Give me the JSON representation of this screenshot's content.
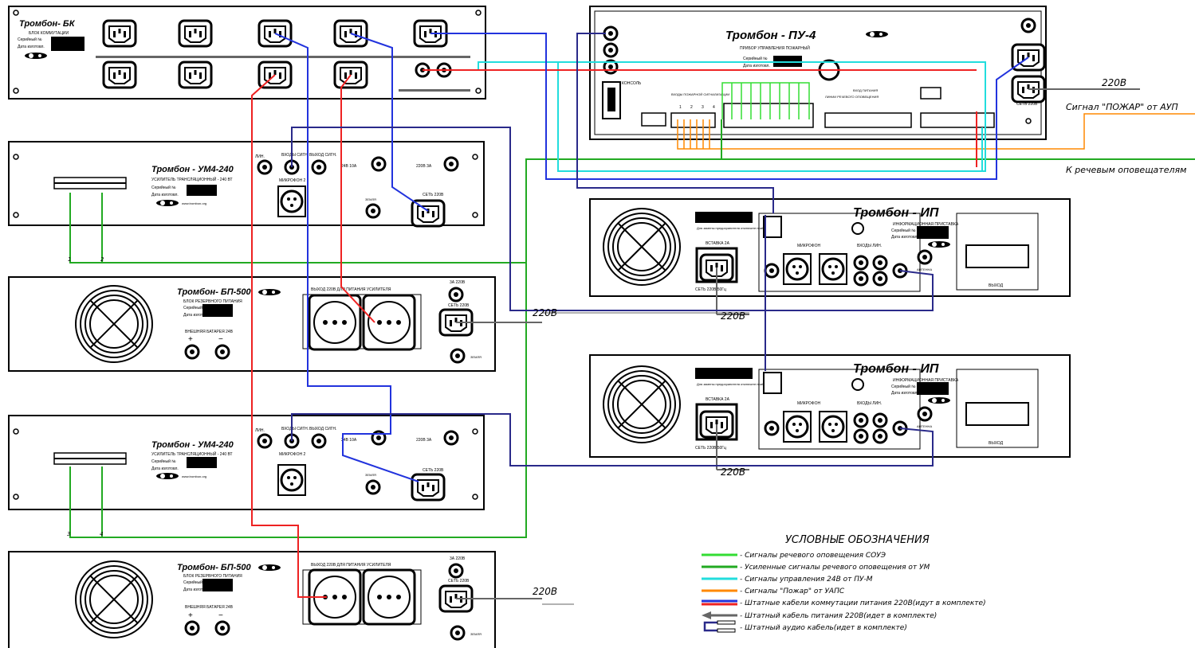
{
  "devices": {
    "bk": {
      "title": "Тромбон- БК",
      "subtitle": "БЛОК КОММУТАЦИИ",
      "serial": "Серийный №",
      "date": "Дата изготовл."
    },
    "pu4": {
      "title": "Тромбон - ПУ-4",
      "subtitle": "ПРИБОР УПРАВЛЕНИЯ ПОЖАРНЫЙ",
      "serial": "Серийный №",
      "date": "Дата изготовл.",
      "net_label": "СЕТЬ 220В",
      "console_label": "КОНСОЛЬ",
      "inputs_label": "ВХОДЫ ПОЖАРНОЙ СИГНАЛИЗАЦИИ",
      "ch": [
        "1",
        "2",
        "3",
        "4"
      ],
      "power_label": "ВХОД ПИТАНИЯ",
      "line_label": "ЛИНИИ РЕЧЕВОГО ОПОВЕЩЕНИЯ"
    },
    "um1": {
      "title": "Тромбон - УМ4-240",
      "subtitle": "УСИЛИТЕЛЬ ТРАНСЛЯЦИОННЫЙ - 240 ВТ",
      "serial": "Серийный №",
      "date": "Дата изготовл.",
      "site": "www.trombon.org",
      "mic": "МИКРОФОН 2",
      "net": "СЕТЬ 220В",
      "ground": "ЗЕМЛЯ",
      "fuse": "220В 3А",
      "fuse24": "24В 10А",
      "in_line": "ЛИН.",
      "in_sign": "ВХОДЫ СИГН.",
      "out_sign": "ВЫХОД СИГН."
    },
    "bp1": {
      "title": "Тромбон- БП-500",
      "subtitle": "БЛОК РЕЗЕРВНОГО ПИТАНИЯ",
      "serial": "Серийный №",
      "date": "Дата изготовл.",
      "battery": "ВНЕШНЯЯ БАТАРЕЯ 24В",
      "out": "ВЫХОД 220В ДЛЯ ПИТАНИЯ УСИЛИТЕЛЯ",
      "net": "СЕТЬ 220В",
      "fuse": "3А 220В",
      "ground": "ЗЕМЛЯ"
    },
    "um2": {
      "title": "Тромбон - УМ4-240",
      "subtitle": "УСИЛИТЕЛЬ ТРАНСЛЯЦИОННЫЙ - 240 ВТ",
      "serial": "Серийный №",
      "date": "Дата изготовл.",
      "site": "www.trombon.org",
      "mic": "МИКРОФОН 2",
      "net": "СЕТЬ 220В",
      "ground": "ЗЕМЛЯ",
      "fuse": "220В 3А",
      "fuse24": "24В 10А",
      "in_line": "ЛИН.",
      "in_sign": "ВХОДЫ СИГН.",
      "out_sign": "ВЫХОД СИГН."
    },
    "bp2": {
      "title": "Тромбон- БП-500",
      "subtitle": "БЛОК РЕЗЕРВНОГО ПИТАНИЯ",
      "serial": "Серийный №",
      "date": "Дата изготовл.",
      "battery": "ВНЕШНЯЯ БАТАРЕЯ 24В",
      "out": "ВЫХОД 220В ДЛЯ ПИТАНИЯ УСИЛИТЕЛЯ",
      "net": "СЕТЬ 220В",
      "fuse": "3А 220В",
      "ground": "ЗЕМЛЯ"
    },
    "ip1": {
      "title": "Тромбон - ИП",
      "subtitle": "ИНФОРМАЦИОННАЯ ПРИСТАВКА",
      "serial": "Серийный №",
      "date": "Дата изготовл.",
      "fuse": "ВСТАВКА 2А",
      "net": "СЕТЬ 220В 50Гц",
      "antenna": "АНТЕННА",
      "output": "ВЫХОД",
      "mic": "МИКРОФОН",
      "stereo": "ВХОДЫ ЛИН.",
      "warning": "Для замены предохранителя отключите прибор от сети"
    },
    "ip2": {
      "title": "Тромбон - ИП",
      "subtitle": "ИНФОРМАЦИОННАЯ ПРИСТАВКА",
      "serial": "Серийный №",
      "date": "Дата изготовл.",
      "fuse": "ВСТАВКА 2А",
      "net": "СЕТЬ 220В 50Гц",
      "antenna": "АНТЕННА",
      "output": "ВЫХОД",
      "mic": "МИКРОФОН",
      "stereo": "ВХОДЫ ЛИН.",
      "warning": "Для замены предохранителя отключите прибор от сети"
    }
  },
  "annotations": {
    "v220": "220В",
    "fire_signal": "Сигнал \"ПОЖАР\" от АУП",
    "speakers": "К речевым оповещателям",
    "wire_nums": [
      "1",
      "2",
      "3",
      "4"
    ]
  },
  "legend": {
    "title": "УСЛОВНЫЕ ОБОЗНАЧЕНИЯ",
    "items": [
      {
        "text": "- Сигналы речевого оповещения СОУЭ",
        "color": "#33dd33"
      },
      {
        "text": "- Усиленные сигналы речевого оповещения от УМ",
        "color": "#22aa22"
      },
      {
        "text": "- Сигналы управления 24В от ПУ-М",
        "color": "#22dddd"
      },
      {
        "text": "- Сигналы \"Пожар\" от УАПС",
        "color": "#ff8800"
      },
      {
        "text": "- Штатные кабели коммутации питания 220В(идут в комплекте)",
        "color": "#2233dd"
      },
      {
        "text": "- Штатный кабель питания 220В(идет в комплекте)",
        "color": "#666666"
      },
      {
        "text": "- Штатный аудио кабель(идет в комплекте)",
        "color": "#2a2a8a"
      }
    ]
  },
  "colors": {
    "green_light": "#33dd33",
    "green_dark": "#22aa22",
    "cyan": "#22dddd",
    "orange": "#ff8800",
    "blue": "#2233dd",
    "red": "#ee2222",
    "gray": "#666666",
    "audio": "#2a2a8a"
  }
}
